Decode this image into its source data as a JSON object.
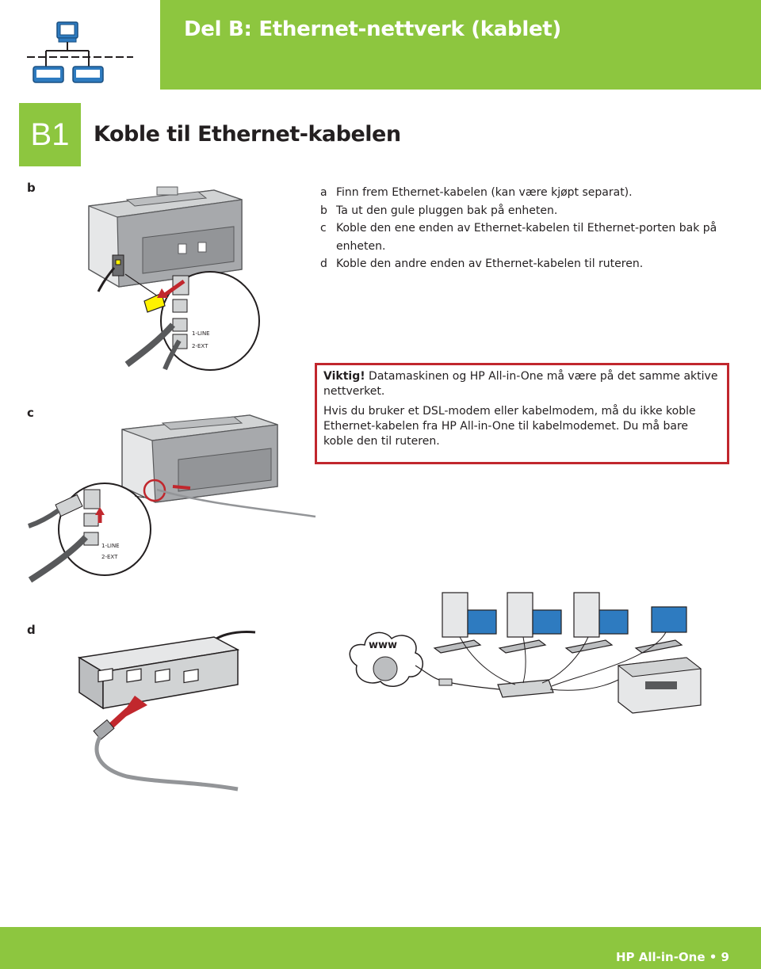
{
  "header": {
    "title": "Del B: Ethernet-nettverk (kablet)"
  },
  "step": {
    "number": "B1",
    "title": "Koble til Ethernet-kabelen"
  },
  "figure_labels": {
    "b": "b",
    "c": "c",
    "d": "d"
  },
  "port_labels": {
    "line1": "1-LINE",
    "line2": "2-EXT",
    "www": "www"
  },
  "instructions": [
    {
      "letter": "a",
      "text": "Finn frem Ethernet-kabelen (kan være kjøpt separat)."
    },
    {
      "letter": "b",
      "text": "Ta ut den gule pluggen bak på enheten."
    },
    {
      "letter": "c",
      "text": "Koble den ene enden av Ethernet-kabelen til Ethernet-porten bak på enheten."
    },
    {
      "letter": "d",
      "text": "Koble den andre enden av Ethernet-kabelen til ruteren."
    }
  ],
  "warning": {
    "label": "Viktig!",
    "text1": " Datamaskinen og HP All-in-One må være på det samme aktive nettverket.",
    "text2": "Hvis du bruker et DSL-modem eller kabelmodem, må du ikke koble Ethernet-kabelen fra HP All-in-One til kabelmodemet. Du må bare koble den til ruteren."
  },
  "footer": {
    "text": "HP All-in-One • 9"
  },
  "colors": {
    "accent_green": "#8dc63f",
    "warning_red": "#c1272d",
    "icon_blue": "#2e7bc0"
  },
  "icons": [
    "network-icon",
    "printer-illustration",
    "router-illustration",
    "network-diagram-illustration"
  ]
}
